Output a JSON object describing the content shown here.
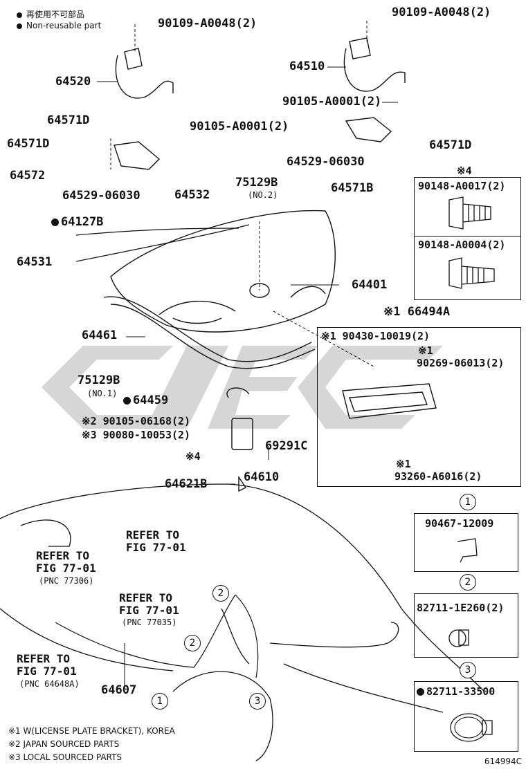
{
  "legend": {
    "non_reusable_jp": "再使用不可部品",
    "non_reusable_en": "Non-reusable part"
  },
  "labels": {
    "p90109_left": "90109-A0048(2)",
    "p90109_right": "90109-A0048(2)",
    "p64520": "64520",
    "p64510": "64510",
    "p90105_right": "90105-A0001(2)",
    "p90105_left": "90105-A0001(2)",
    "p64571d_a": "64571D",
    "p64571d_b": "64571D",
    "p64571d_c": "64571D",
    "p64572": "64572",
    "p64529_left": "64529-06030",
    "p64529_right": "64529-06030",
    "p64571b": "64571B",
    "p64532": "64532",
    "p75129b_top": "75129B",
    "no2": "(NO.2)",
    "p64127b": "64127B",
    "p64531": "64531",
    "p64401": "64401",
    "p64461": "64461",
    "p75129b_bottom": "75129B",
    "no1": "(NO.1)",
    "p64459": "64459",
    "p90105_06168": "※2 90105-06168(2)",
    "p90080": "※3 90080-10053(2)",
    "mark4": "※4",
    "p69291c": "69291C",
    "p64610": "64610",
    "p64621b": "64621B",
    "p66494a": "※1 66494A",
    "p90430": "※1 90430-10019(2)",
    "mark1_a": "※1",
    "p90269": "90269-06013(2)",
    "mark1_b": "※1",
    "p93260": "93260-A6016(2)",
    "mark4_box": "※4",
    "p90148_a17": "90148-A0017(2)",
    "p90148_a04": "90148-A0004(2)",
    "c1": "1",
    "c2": "2",
    "c3": "3",
    "c1_b": "1",
    "c2_b": "2",
    "c2_c": "2",
    "c3_b": "3",
    "p90467": "90467-12009",
    "p82711_1e": "82711-1E260(2)",
    "p82711_33": "82711-33500",
    "ref1_a": "REFER TO",
    "ref1_b": "FIG 77-01",
    "ref2_a": "REFER TO",
    "ref2_b": "FIG 77-01",
    "ref2_c": "(PNC 77306)",
    "ref3_a": "REFER TO",
    "ref3_b": "FIG 77-01",
    "ref3_c": "(PNC 77035)",
    "ref4_a": "REFER TO",
    "ref4_b": "FIG 77-01",
    "ref4_c": "(PNC 64648A)",
    "p64607": "64607"
  },
  "footnotes": {
    "n1": "※1 W(LICENSE PLATE BRACKET), KOREA",
    "n2": "※2 JAPAN SOURCED PARTS",
    "n3": "※3 LOCAL SOURCED PARTS"
  },
  "figure_code": "614994C",
  "colors": {
    "ink": "#111111",
    "watermark": "#cfcfcf"
  }
}
